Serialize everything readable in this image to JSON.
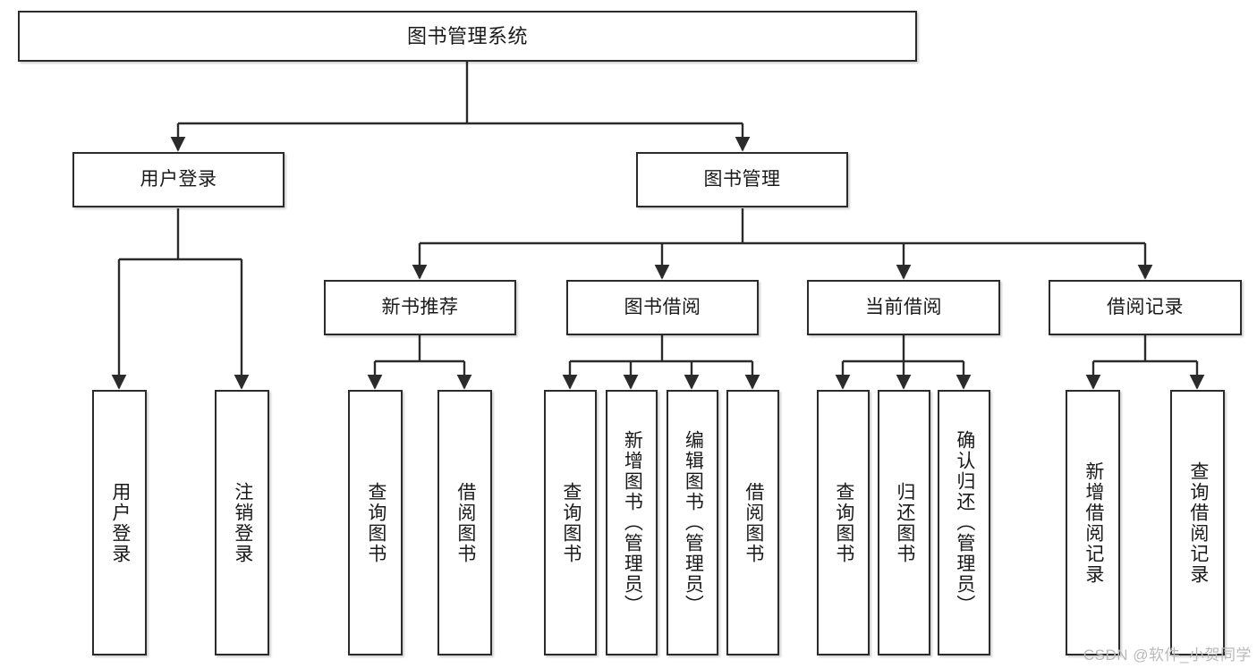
{
  "diagram": {
    "type": "tree-hierarchy",
    "title": "图书管理系统",
    "orientation": "top-down",
    "colors": {
      "node_border": "#2b2b2b",
      "node_fill": "#ffffff",
      "edge": "#2b2b2b",
      "text": "#1a1a1a",
      "watermark": "#b9b9b9",
      "background": "#ffffff"
    }
  },
  "nodes": {
    "root": {
      "label": "图书管理系统"
    },
    "level2": [
      {
        "id": "user-login",
        "label": "用户登录"
      },
      {
        "id": "book-manage",
        "label": "图书管理"
      }
    ],
    "level3": [
      {
        "id": "new-book-recommend",
        "label": "新书推荐"
      },
      {
        "id": "book-borrow",
        "label": "图书借阅"
      },
      {
        "id": "current-borrow",
        "label": "当前借阅"
      },
      {
        "id": "borrow-record",
        "label": "借阅记录"
      }
    ],
    "leaves": {
      "user-login": [
        {
          "id": "leaf-user-login",
          "label": "用户登录"
        },
        {
          "id": "leaf-logout-login",
          "label": "注销登录"
        }
      ],
      "new-book-recommend": [
        {
          "id": "leaf-query-book-1",
          "label": "查询图书"
        },
        {
          "id": "leaf-borrow-book-1",
          "label": "借阅图书"
        }
      ],
      "book-borrow": [
        {
          "id": "leaf-query-book-2",
          "label": "查询图书"
        },
        {
          "id": "leaf-add-book",
          "label": "新增图书（管理员）"
        },
        {
          "id": "leaf-edit-book",
          "label": "编辑图书（管理员）"
        },
        {
          "id": "leaf-borrow-book-2",
          "label": "借阅图书"
        }
      ],
      "current-borrow": [
        {
          "id": "leaf-query-book-3",
          "label": "查询图书"
        },
        {
          "id": "leaf-return-book",
          "label": "归还图书"
        },
        {
          "id": "leaf-confirm-return",
          "label": "确认归还（管理员）"
        }
      ],
      "borrow-record": [
        {
          "id": "leaf-add-record",
          "label": "新增借阅记录"
        },
        {
          "id": "leaf-query-record",
          "label": "查询借阅记录"
        }
      ]
    }
  },
  "watermark": {
    "text": "CSDN @软件_小贺同学"
  }
}
